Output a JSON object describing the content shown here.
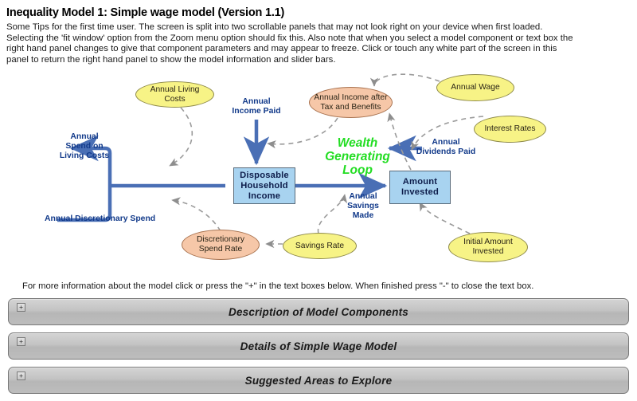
{
  "header": {
    "title": "Inequality Model 1: Simple wage model (Version 1.1)",
    "intro": "Some Tips for the first time user. The screen is split into two scrollable panels that may not look right on your device when first loaded. Selecting the 'fit window' option from the Zoom menu option should fix this. Also note that when you select a model component or text box the right hand panel changes to give that component parameters and may appear to freeze. Click or touch any white part of the screen in this panel to return the right hand panel to show the model information and slider bars."
  },
  "diagram": {
    "boxes": [
      {
        "id": "disposable-household-income",
        "label": "Disposable Household Income",
        "color": "#a8d3f0"
      },
      {
        "id": "amount-invested",
        "label": "Amount Invested",
        "color": "#a8d3f0"
      }
    ],
    "ellipses": [
      {
        "id": "annual-living-costs",
        "label": "Annual Living Costs",
        "color": "#f7f386"
      },
      {
        "id": "annual-income-after-tax-and-benefits",
        "label": "Annual Income after Tax and Benefits",
        "color": "#f6c7a8"
      },
      {
        "id": "annual-wage",
        "label": "Annual Wage",
        "color": "#f7f386"
      },
      {
        "id": "interest-rates",
        "label": "Interest Rates",
        "color": "#f7f386"
      },
      {
        "id": "discretionary-spend-rate",
        "label": "Discretionary Spend Rate",
        "color": "#f6c7a8"
      },
      {
        "id": "savings-rate",
        "label": "Savings Rate",
        "color": "#f7f386"
      },
      {
        "id": "initial-amount-invested",
        "label": "Initial Amount Invested",
        "color": "#f7f386"
      }
    ],
    "flow_labels": [
      {
        "id": "annual-spend-on-living-costs",
        "label": "Annual\nSpend on\nLiving Costs"
      },
      {
        "id": "annual-income-paid",
        "label": "Annual\nIncome Paid"
      },
      {
        "id": "annual-discretionary-spend",
        "label": "Annual Discretionary Spend"
      },
      {
        "id": "annual-dividends-paid",
        "label": "Annual\nDividends Paid"
      },
      {
        "id": "annual-savings-made",
        "label": "Annual\nSavings\nMade"
      }
    ],
    "annotation": {
      "id": "wealth-generating-loop",
      "label": "Wealth\nGenerating\nLoop",
      "color": "#22dd22"
    },
    "flow_color": "#4a6fb5",
    "link_color": "#999999"
  },
  "info_line": "For more information about the model click or press the \"+\" in the text boxes below. When finished press \"-\" to close the text box.",
  "accordion": {
    "expand_glyph": "+",
    "items": [
      {
        "id": "description-of-model-components",
        "label": "Description of Model Components"
      },
      {
        "id": "details-of-simple-wage-model",
        "label": "Details of Simple Wage Model"
      },
      {
        "id": "suggested-areas-to-explore",
        "label": "Suggested Areas to Explore"
      }
    ]
  }
}
